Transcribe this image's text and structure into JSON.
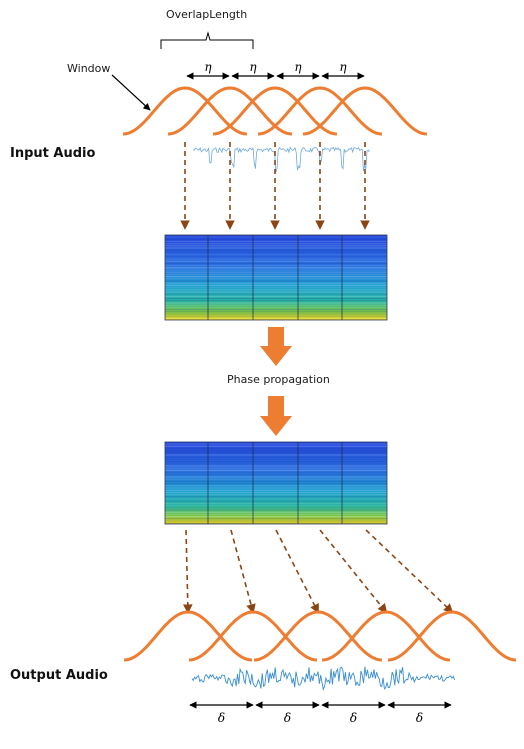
{
  "labels": {
    "overlap_length": "OverlapLength",
    "window": "Window",
    "input_audio": "Input Audio",
    "phase_propagation": "Phase propagation",
    "output_audio": "Output Audio",
    "eta": "η",
    "delta": "δ"
  },
  "colors": {
    "window_curve": "#ED7D31",
    "arrow_dashed": "#8B4513",
    "big_arrow": "#ED7D31",
    "audio_input": "#6FA8DC",
    "audio_output": "#3B8ED0",
    "spectrogram_top": "#2E5BE0",
    "spectrogram_mid": "#27A6C9",
    "spectrogram_bottom": "#D9D82B"
  },
  "input_frames": 5,
  "output_frames": 5,
  "eta_count": 4,
  "delta_count": 4
}
